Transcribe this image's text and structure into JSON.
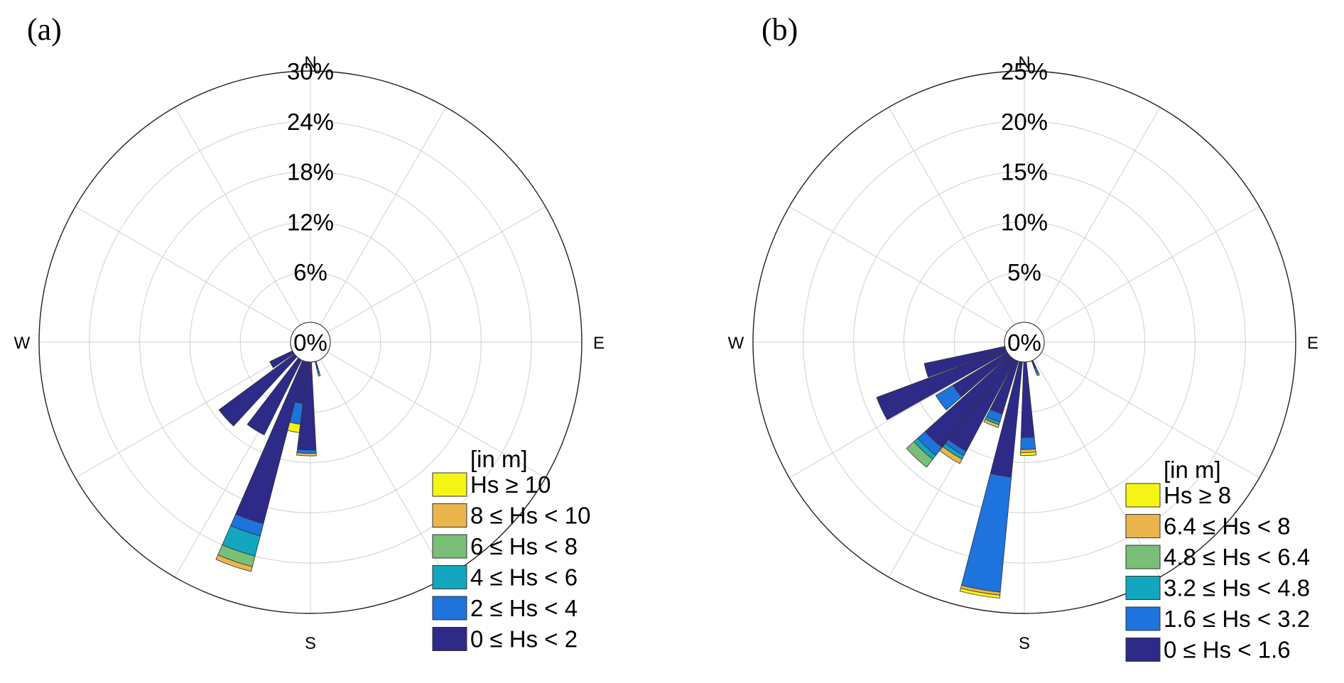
{
  "chart_data": [
    {
      "type": "polar-stacked-bar",
      "panel_label": "(a)",
      "direction_labels": {
        "N": "N",
        "E": "E",
        "S": "S",
        "W": "W"
      },
      "rmax": 30,
      "ring_values": [
        0,
        6,
        12,
        18,
        24,
        30
      ],
      "ring_labels": [
        "0%",
        "6%",
        "12%",
        "18%",
        "24%",
        "30%"
      ],
      "spoke_step_deg": 30,
      "grid": true,
      "legend_title": "[in m]",
      "legend_placement": "bottom-right",
      "bins": [
        {
          "label": "0 ≤ Hs < 2",
          "color": "#2e2a87"
        },
        {
          "label": "2 ≤ Hs < 4",
          "color": "#1e73dc"
        },
        {
          "label": "4 ≤ Hs < 6",
          "color": "#12a7bf"
        },
        {
          "label": "6 ≤ Hs < 8",
          "color": "#79bf78"
        },
        {
          "label": "8 ≤ Hs < 10",
          "color": "#eab64c"
        },
        {
          "label": "Hs ≥ 10",
          "color": "#f5f515"
        }
      ],
      "sectors": [
        {
          "direction_deg": 165,
          "width_deg": 3,
          "values": [
            0.9,
            0.4,
            0.2,
            0.3,
            0,
            0
          ]
        },
        {
          "direction_deg": 182,
          "width_deg": 10,
          "values": [
            10.5,
            0.4,
            0,
            0,
            0.3,
            0
          ]
        },
        {
          "direction_deg": 192,
          "width_deg": 10,
          "values": [
            5.0,
            2.5,
            0,
            0,
            0,
            1.0
          ]
        },
        {
          "direction_deg": 199,
          "width_deg": 9,
          "values": [
            20.0,
            1.5,
            2.5,
            1.3,
            0.6,
            0
          ]
        },
        {
          "direction_deg": 212,
          "width_deg": 11,
          "values": [
            10.0,
            0,
            0,
            0,
            0,
            0
          ]
        },
        {
          "direction_deg": 228,
          "width_deg": 11,
          "values": [
            11.2,
            0,
            0,
            0,
            0,
            0
          ]
        },
        {
          "direction_deg": 240,
          "width_deg": 9,
          "values": [
            3.0,
            0,
            0,
            0,
            0,
            0
          ]
        }
      ]
    },
    {
      "type": "polar-stacked-bar",
      "panel_label": "(b)",
      "direction_labels": {
        "N": "N",
        "E": "E",
        "S": "S",
        "W": "W"
      },
      "rmax": 25,
      "ring_values": [
        0,
        5,
        10,
        15,
        20,
        25
      ],
      "ring_labels": [
        "0%",
        "5%",
        "10%",
        "15%",
        "20%",
        "25%"
      ],
      "spoke_step_deg": 30,
      "grid": true,
      "legend_title": "[in m]",
      "legend_placement": "bottom-right",
      "bins": [
        {
          "label": "0 ≤ Hs < 1.6",
          "color": "#2e2a87"
        },
        {
          "label": "1.6 ≤ Hs < 3.2",
          "color": "#1e73dc"
        },
        {
          "label": "3.2 ≤ Hs < 4.8",
          "color": "#12a7bf"
        },
        {
          "label": "4.8 ≤ Hs < 6.4",
          "color": "#79bf78"
        },
        {
          "label": "6.4 ≤ Hs < 8",
          "color": "#eab64c"
        },
        {
          "label": "Hs ≥ 8",
          "color": "#f5f515"
        }
      ],
      "sectors": [
        {
          "direction_deg": 157,
          "width_deg": 4,
          "values": [
            0.8,
            0.4,
            0.2,
            0.2,
            0,
            0
          ]
        },
        {
          "direction_deg": 178,
          "width_deg": 8,
          "values": [
            7.5,
            1.2,
            0,
            0,
            0.3,
            0.3
          ]
        },
        {
          "direction_deg": 190,
          "width_deg": 9,
          "values": [
            11.5,
            11.5,
            0,
            0,
            0.3,
            0.3
          ]
        },
        {
          "direction_deg": 202,
          "width_deg": 10,
          "values": [
            5.5,
            0.8,
            0.3,
            0,
            0.3,
            0
          ]
        },
        {
          "direction_deg": 213,
          "width_deg": 10,
          "values": [
            10.3,
            0.5,
            0.4,
            0,
            0.5,
            0
          ]
        },
        {
          "direction_deg": 223,
          "width_deg": 10,
          "values": [
            11.3,
            1.0,
            0.5,
            1.0,
            0,
            0
          ]
        },
        {
          "direction_deg": 234,
          "width_deg": 10,
          "values": [
            6.3,
            2.0,
            0,
            0,
            0,
            0
          ]
        },
        {
          "direction_deg": 245,
          "width_deg": 9,
          "values": [
            13.7,
            0,
            0,
            0,
            0,
            0
          ]
        },
        {
          "direction_deg": 254,
          "width_deg": 8,
          "values": [
            8.2,
            0,
            0,
            0,
            0,
            0
          ]
        }
      ]
    }
  ]
}
